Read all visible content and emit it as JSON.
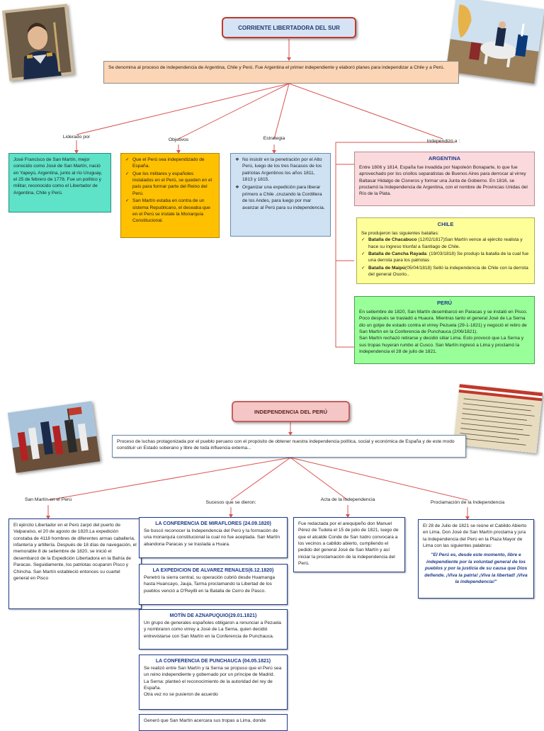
{
  "section1": {
    "title": "CORRIENTE LIBERTADORA DEL SUR",
    "intro": "Se denomina al proceso de independencia de Argentina, Chile y Perú. Fue Argentina el primer independiente y elaboró planes para independizar a Chile y a Perú.",
    "labels": {
      "liderado": "Liderado por",
      "objetivos": "Objetivos",
      "estrategia": "Estrategia",
      "independizo": "Independizó a :"
    },
    "liderado_text": "José Francisco de San Martín, mejor conocido como José de San Martín, nació en Yapeyú, Argentina, junto al río Uruguay, el 25 de febrero de 1778. Fue un político y militar, reconocido como el Libertador de Argentina, Chile y Perú.",
    "objetivos": [
      "Que el Perú sea independizado de España.",
      "Que los militares y españoles instalados en el Perú, se queden en el país para formar parte del Reino del Perú.",
      "San Martín estaba en contra de un sistema Republicano, el deseaba que en el Perú se instale la Monarquía Constitucional."
    ],
    "estrategia": [
      "No insistir en la penetración por el Alto Perú, luego de los tres fracasos de los patriotas Argentinos los años 1811, 1813 y 1815.",
      "Organizar una expedición para liberar primero a Chile ,cruzando la Cordillera de los Andes, para luego por mar avanzar al Perú para su independencia."
    ],
    "argentina": {
      "heading": "ARGENTINA",
      "text": "Entre 1806 y 1814, España fue invadida por Napoleón Bonaparte, lo que fue aprovechado por los criollos separatistas de Buenos Aires para derrocar al virrey Baltasar Hidalgo de Cisneros y formar una Junta de Gobierno. En 1816, se proclamó la Independencia de Argentina, con el nombre de Provincias Unidas del Río de la Plata."
    },
    "chile": {
      "heading": "CHILE",
      "intro": "Se produjeron las siguientes batallas:",
      "battles": [
        {
          "name": "Batalla de Chacabuco",
          "text": "(12/02/1817)San Martín vence al ejército realista y hace su ingreso triunfal a Santiago de Chile."
        },
        {
          "name": "Batalla de Cancha Rayada",
          "text": ": (19/03/1818) Se produjo la batalla de la cual fue una derrota para los patriotas"
        },
        {
          "name": "Batalla de Maipú",
          "text": "(05/04/1818) Sellò la independencia de Chile con la derrota del general Osorio.."
        }
      ]
    },
    "peru": {
      "heading": "PERÚ",
      "text1": "En setiembre de 1820, San Martín desembarcó en Paracas y se instaló en Pisco. Poco después se trasladó a Huaura. Mientras tanto el general José de La Serna dio un golpe de estado contra el virrey Pezuela (29-1-1821) y negoció el retiro de San Martín en la Conferencia de Punchauca (2/06/1821).",
      "text2": "San Martín rechazó retirarse y decidió sitiar Lima. Esto provocó que La Serna y sus tropas huyeran rumbo al Cusco. San Martín ingresó a Lima y proclamó la Independencia el 28 de julio de 1821."
    }
  },
  "section2": {
    "title": "INDEPENDENCIA DEL PERÚ",
    "intro": "Proceso de luchas protagonizada por el pueblo peruano con el propósito de obtener nuestra independencia política, social y económica de España y de este modo constituir un Estado soberano y libre de toda influencia externa...",
    "labels": {
      "san_martin": "San Martín en el Perú",
      "sucesos": "Sucesos que se dieron:",
      "acta": "Acta de la Independencia",
      "proclamacion": "Proclamación de la Independencia"
    },
    "san_martin_text": "El ejército Libertador en el Perú zarpó del puerto de Valparaíso, el 20 de agosto de 1820.La expedición constaba de 4118 hombres de diferentes armas caballería, infantería y artillería. Después de 18 días de navegación, el memorable 8 de setiembre de 1820, se inició el desembarcó de la Expedición Libertadora en la Bahía de Paracas. Seguidamente, los patriotas ocuparon Pisco y Chincha. San Martín estableció entonces su cuartel general en Pisco",
    "events": [
      {
        "heading": "LA CONFERENCIA DE MIRAFLORES (24.09.1820)",
        "text": "Se buscó reconocer la Independencia del Perú y la formación de una monarquía constitucional la cual no fue aceptada. San Martín abandona Paracas y se traslada a Huara."
      },
      {
        "heading": "LA EXPEDICION DE ALVAREZ RENALES(6.12.1820)",
        "text": "Penetró la sierra central, su operación cubrió desde Huamanga hasta Huancayo, Jauja, Tarma proclamando la Libertad de los pueblos venció a O'Reyilli en la Batalla de Cerro de Pasco."
      },
      {
        "heading": "MOTÍN DE AZNAPUQUIO(29.01.1821)",
        "text": "Un grupo de generales españoles obligaron a renunciar a Pezuela y nombraron como virrey a José de La Serna, quien decidió entrevistarse con San Martín en la Conferencia de Punchauca."
      },
      {
        "heading": "LA CONFERENCIA DE PUNCHAUCA (04.05.1821)",
        "text1": "Se realizó entre San Martín y la Serna se propuso que el Perú sea un reino independiente y gobernado por un príncipe de Madrid.",
        "text2": "La Serna: planteó el reconocimiento de la autoridad del rey de España.",
        "text3": "Otra vez no se pusieron de acuerdo"
      }
    ],
    "last_fragment": "Generó que San Martín acercara sus tropas a Lima, donde",
    "acta_text": "Fue redactada por el arequipeño don Manuel Pérez de Tudela el 15 de julio de 1821, luego de que el alcalde Conde de San Isidro convocara a los vecinos a cabildo abierto, cumpliendo el pedido del general José de San Martín y así iniciar la proclamación de la independencia del Perú.",
    "proclamacion_text": "El 28 de Julio de 1821 se reúne el Cabildo Abierto en Lima. Don José de San Martín proclama y jura la Independencia del Perú en la Plaza Mayor de Lima con las siguientes palabras:",
    "quote": "\"El Perú es, desde este momento, libre e independiente por la voluntad general de los pueblos y por la justicia de su causa que Dios defiende. ¡Viva la patria! ¡Viva la libertad! ¡Viva la independencia!\""
  },
  "images": [
    {
      "icon": "portrait-san-martin"
    },
    {
      "icon": "painting-liberation-map"
    },
    {
      "icon": "painting-proclamation"
    },
    {
      "icon": "document-acta-independencia"
    }
  ],
  "colors": {
    "connector": "#d9534f",
    "intro_bg": "#fbd5b5",
    "liderado_bg": "#5ee2c8",
    "objetivos_bg": "#ffc000",
    "estrategia_bg": "#cfe2f3",
    "argentina_bg": "#fadadd",
    "chile_bg": "#ffff99",
    "peru_bg": "#99ff99",
    "event_border": "#1f3a8a"
  }
}
